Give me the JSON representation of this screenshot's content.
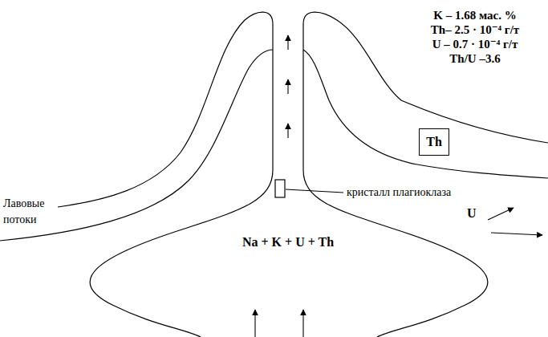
{
  "diagram": {
    "nodes": [
      {
        "text": [
          "Th"
        ]
      },
      {
        "text": [
          "Na + K + U + Th"
        ]
      }
    ],
    "labels": [
      "K – 1.68 мас. %",
      "Th– 2.5 · 10⁻⁴ г/т",
      "U – 0.7 · 10⁻⁴ г/т",
      "Th/U –3.6",
      "U",
      "Лавовые потоки",
      "кристалл плагиоклаза"
    ]
  }
}
